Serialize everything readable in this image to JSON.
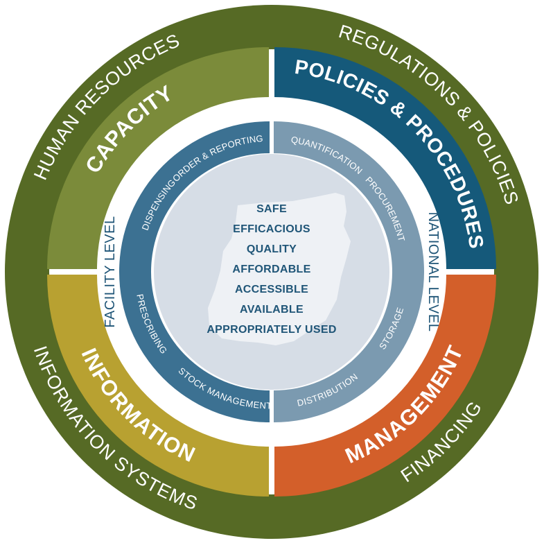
{
  "colors": {
    "outer_ring": "#566a25",
    "capacity": "#7b8b3a",
    "policies": "#15597a",
    "information": "#b8a131",
    "management": "#d35f2a",
    "facility_ring": "#3c7192",
    "national_ring": "#7b9ab0",
    "center_disk": "#d6dde6",
    "center_map": "#eef1f5",
    "center_text": "#1f5577"
  },
  "outer_ring": {
    "top_left": "HUMAN RESOURCES",
    "top_right": "REGULATIONS & POLICIES",
    "bottom_left": "INFORMATION SYSTEMS",
    "bottom_right": "FINANCING"
  },
  "quadrants": {
    "top_left": "CAPACITY",
    "top_right": "POLICIES & PROCEDURES",
    "bottom_left": "INFORMATION",
    "bottom_right": "MANAGEMENT"
  },
  "levels": {
    "left": "FACILITY LEVEL",
    "right": "NATIONAL LEVEL"
  },
  "facility_items": {
    "order_reporting": "ORDER & REPORTING",
    "dispensing": "DISPENSING",
    "prescribing": "PRESCRIBING",
    "stock_management": "STOCK MANAGEMENT"
  },
  "national_items": {
    "quantification": "QUANTIFICATION",
    "procurement": "PROCUREMENT",
    "storage": "STORAGE",
    "distribution": "DISTRIBUTION"
  },
  "center_lines": [
    "SAFE",
    "EFFICACIOUS",
    "QUALITY",
    "AFFORDABLE",
    "ACCESSIBLE",
    "AVAILABLE",
    "APPROPRIATELY USED"
  ]
}
